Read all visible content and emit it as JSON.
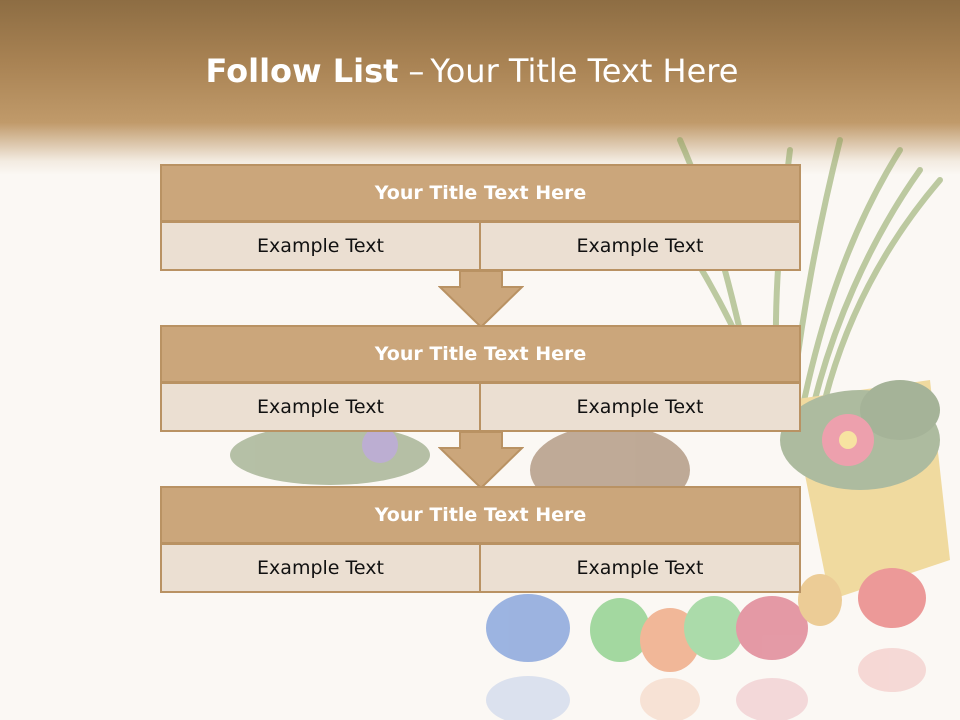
{
  "slide": {
    "title_bold": "Follow List",
    "title_dash": "–",
    "title_rest": "Your Title Text Here"
  },
  "blocks": [
    {
      "title": "Your Title Text Here",
      "left": "Example Text",
      "right": "Example Text"
    },
    {
      "title": "Your Title Text Here",
      "left": "Example Text",
      "right": "Example Text"
    },
    {
      "title": "Your Title Text Here",
      "left": "Example Text",
      "right": "Example Text"
    }
  ],
  "colors": {
    "header_band": "#a88253",
    "block_title_fill": "#cba67b",
    "block_border": "#b99263",
    "cell_fill": "#ebdfd2"
  }
}
